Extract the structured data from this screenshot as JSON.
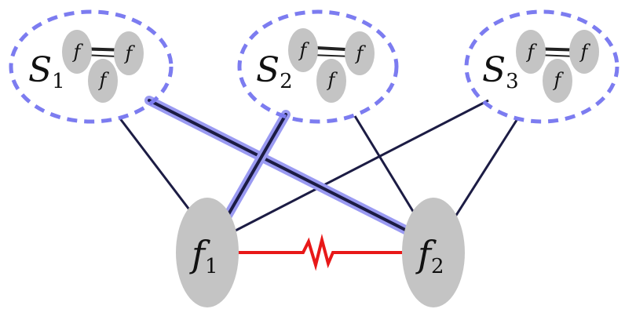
{
  "diagram": {
    "clusters": [
      {
        "name": "S",
        "sub": "1",
        "node_label": "f"
      },
      {
        "name": "S",
        "sub": "2",
        "node_label": "f"
      },
      {
        "name": "S",
        "sub": "3",
        "node_label": "f"
      }
    ],
    "nodes": [
      {
        "name": "f",
        "sub": "1"
      },
      {
        "name": "f",
        "sub": "2"
      }
    ],
    "colors": {
      "cluster_border": "#7c7cf0",
      "node_fill": "#c4c4c4",
      "thin_edge": "#1c1c44",
      "highlight_edge": "#9a9af2",
      "highlight_core": "#1c1c44",
      "resistor_edge": "#e81818",
      "inner_edge": "#222222"
    }
  }
}
